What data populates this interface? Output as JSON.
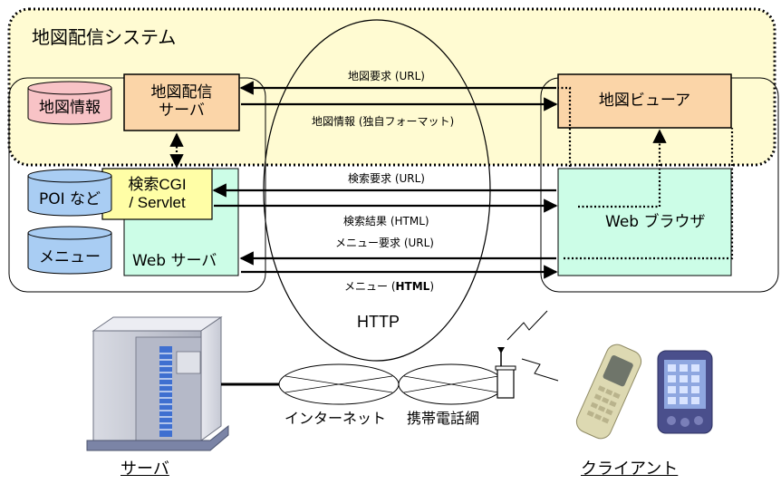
{
  "system_label": "地図配信システム",
  "server_side": {
    "databases": [
      "地図情報",
      "POI など",
      "メニュー"
    ],
    "map_server": [
      "地図配信",
      "サーバ"
    ],
    "search_cgi": [
      "検索CGI",
      "/ Servlet"
    ],
    "web_server": "Web サーバ"
  },
  "client_side": {
    "map_viewer": "地図ビューア",
    "web_browser": "Web ブラウザ"
  },
  "arrows": {
    "map_request": "地図要求 (URL)",
    "map_info": "地図情報 (独自フォーマット)",
    "search_request": "検索要求 (URL)",
    "search_result": "検索結果 (HTML)",
    "menu_request": "メニュー要求 (URL)",
    "menu_prefix": "メニュー (",
    "menu_html": "HTML",
    "menu_suffix": ")"
  },
  "protocol": "HTTP",
  "network": {
    "internet": "インターネット",
    "mobile": "携帯電話網"
  },
  "captions": {
    "server": "サーバ",
    "client": "クライアント"
  },
  "colors": {
    "system_fill": "#fffbd2",
    "server_orange": "#fbd5a8",
    "web_green": "#ccfde7",
    "yellow": "#fffea6",
    "db_blue": "#a9cdf3",
    "db_pink": "#f8c3c6"
  }
}
